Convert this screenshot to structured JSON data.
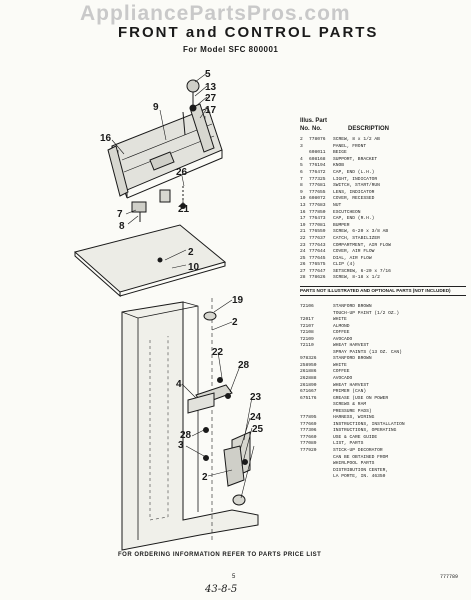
{
  "watermark": "AppliancePartsPros.com",
  "header": {
    "title": "FRONT and CONTROL PARTS",
    "model_line": "For Model SFC 800001"
  },
  "callouts": {
    "c5": "5",
    "c13": "13",
    "c27a": "27",
    "c17": "17",
    "c9": "9",
    "c16": "16",
    "c26": "26",
    "c7": "7",
    "c21": "21",
    "c8": "8",
    "c2a": "2",
    "c10": "10",
    "c19": "19",
    "c2b": "2",
    "c22": "22",
    "c28a": "28",
    "c4": "4",
    "c23": "23",
    "c28b": "28",
    "c24": "24",
    "c3": "3",
    "c2c": "2",
    "c25": "25"
  },
  "parts_table": {
    "head_illus": "Illus. Part",
    "col_no": "No.",
    "col_part": "No.",
    "col_desc": "DESCRIPTION",
    "rows": [
      {
        "illus": "2",
        "part": "778076",
        "desc": "SCREW, 8 x 1/2 AB"
      },
      {
        "illus": "3",
        "part": "",
        "desc": "PANEL, FRONT"
      },
      {
        "illus": "",
        "part": "608011",
        "desc": "BEIGE"
      },
      {
        "illus": "4",
        "part": "608168",
        "desc": "SUPPORT, BRACKET"
      },
      {
        "illus": "5",
        "part": "776194",
        "desc": "KNOB"
      },
      {
        "illus": "6",
        "part": "776472",
        "desc": "CAP, END (L.H.)"
      },
      {
        "illus": "7",
        "part": "777325",
        "desc": "LIGHT, INDICATOR"
      },
      {
        "illus": "8",
        "part": "777681",
        "desc": "SWITCH, START/RUN"
      },
      {
        "illus": "9",
        "part": "777655",
        "desc": "LENS, INDICATOR"
      },
      {
        "illus": "10",
        "part": "608072",
        "desc": "COVER, RECESSED"
      },
      {
        "illus": "13",
        "part": "777683",
        "desc": "NUT"
      },
      {
        "illus": "16",
        "part": "777850",
        "desc": "ESCUTCHEON"
      },
      {
        "illus": "17",
        "part": "776473",
        "desc": "CAP, END (R.H.)"
      },
      {
        "illus": "19",
        "part": "777081",
        "desc": "BUMPER"
      },
      {
        "illus": "21",
        "part": "776559",
        "desc": "SCREW, 6-20 x 3/8 AB"
      },
      {
        "illus": "22",
        "part": "777637",
        "desc": "CATCH, STABILIZER"
      },
      {
        "illus": "23",
        "part": "777643",
        "desc": "COMPARTMENT, AIR FLOW"
      },
      {
        "illus": "24",
        "part": "777644",
        "desc": "COVER, AIR FLOW"
      },
      {
        "illus": "25",
        "part": "777645",
        "desc": "DIAL, AIR FLOW"
      },
      {
        "illus": "26",
        "part": "776575",
        "desc": "CLIP (4)"
      },
      {
        "illus": "27",
        "part": "777647",
        "desc": "SETSCREW, 6-20 x 7/16"
      },
      {
        "illus": "28",
        "part": "778626",
        "desc": "SCREW, 8-18 x 1/2"
      }
    ]
  },
  "not_illustrated": {
    "heading": "PARTS NOT ILLUSTRATED AND OPTIONAL PARTS (NOT INCLUDED)",
    "rows": [
      {
        "part": "72106",
        "desc": "STANFORD BROWN"
      },
      {
        "part": "",
        "desc": "TOUCH-UP PAINT (1/2 OZ.)"
      },
      {
        "part": "72017",
        "desc": "WHITE"
      },
      {
        "part": "72107",
        "desc": "ALMOND"
      },
      {
        "part": "72108",
        "desc": "COFFEE"
      },
      {
        "part": "72109",
        "desc": "AVOCADO"
      },
      {
        "part": "72110",
        "desc": "WHEAT HARVEST"
      },
      {
        "part": "",
        "desc": "SPRAY PAINTS (13 OZ. CAN)"
      },
      {
        "part": "978326",
        "desc": "STANFORD BROWN"
      },
      {
        "part": "258950",
        "desc": "WHITE"
      },
      {
        "part": "261886",
        "desc": "COFFEE"
      },
      {
        "part": "262888",
        "desc": "AVOCADO"
      },
      {
        "part": "261890",
        "desc": "WHEAT HARVEST"
      },
      {
        "part": "671667",
        "desc": "PRIMER (CAN)"
      },
      {
        "part": "675176",
        "desc": "GREASE (USE ON POWER"
      },
      {
        "part": "",
        "desc": "SCREWS & RAM"
      },
      {
        "part": "",
        "desc": "PRESSURE PADS)"
      },
      {
        "part": "777895",
        "desc": "HARNESS, WIRING"
      },
      {
        "part": "777669",
        "desc": "INSTRUCTIONS, INSTALLATION"
      },
      {
        "part": "777306",
        "desc": "INSTRUCTIONS, OPERATING"
      },
      {
        "part": "777660",
        "desc": "USE & CARE GUIDE"
      },
      {
        "part": "777089",
        "desc": "LIST, PARTS"
      },
      {
        "part": "777920",
        "desc": "STICK-UP DECORATOR"
      },
      {
        "part": "",
        "desc": "CAN BE OBTAINED FROM"
      },
      {
        "part": "",
        "desc": "WHIRLPOOL PARTS"
      },
      {
        "part": "",
        "desc": "DISTRIBUTION CENTER,"
      },
      {
        "part": "",
        "desc": "LA PORTE, IN. 46350"
      }
    ]
  },
  "footer": {
    "note": "FOR ORDERING INFORMATION REFER TO PARTS PRICE LIST",
    "page_number": "5",
    "doc_id": "777789",
    "handwritten": "43-8-5"
  }
}
